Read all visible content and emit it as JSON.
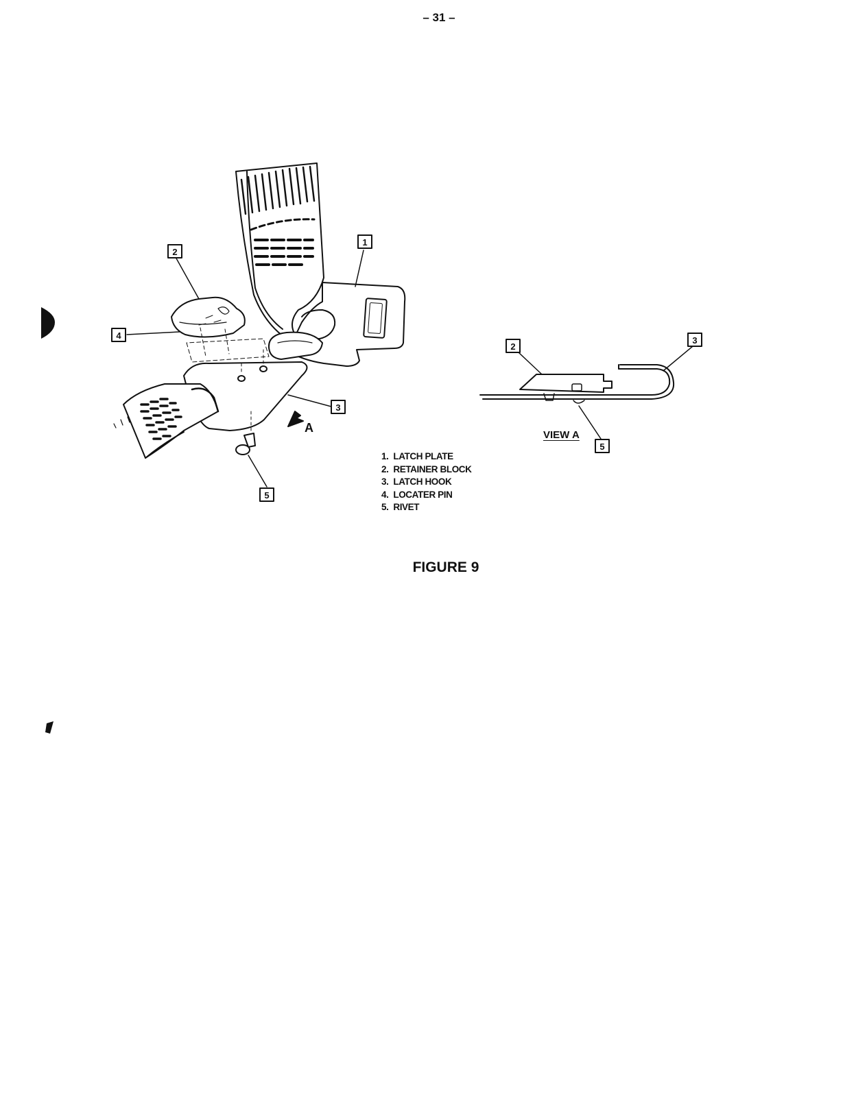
{
  "page": {
    "number": "– 31 –"
  },
  "figure": {
    "caption": "FIGURE 9",
    "arrow_label": "A",
    "view_label": "VIEW A",
    "callouts": {
      "latch_plate": "1",
      "retainer_block": "2",
      "latch_hook": "3",
      "locater_pin": "4",
      "rivet": "5"
    },
    "legend": [
      {
        "num": "1.",
        "label": "LATCH PLATE"
      },
      {
        "num": "2.",
        "label": "RETAINER BLOCK"
      },
      {
        "num": "3.",
        "label": "LATCH HOOK"
      },
      {
        "num": "4.",
        "label": "LOCATER PIN"
      },
      {
        "num": "5.",
        "label": "RIVET"
      }
    ]
  },
  "colors": {
    "ink": "#111111",
    "paper": "#ffffff"
  }
}
